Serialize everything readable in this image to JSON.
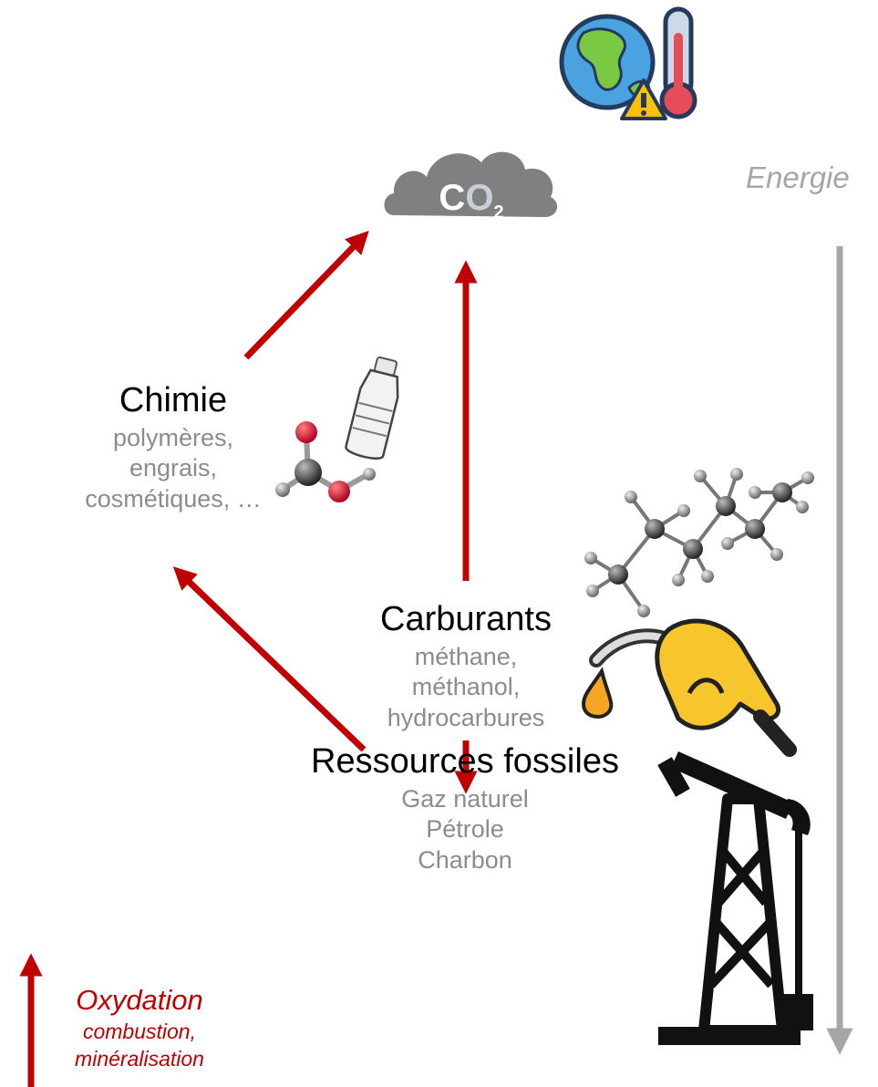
{
  "co2": {
    "c": "C",
    "o": "O",
    "sub": "2"
  },
  "energie": "Energie",
  "chimie": {
    "title": "Chimie",
    "lines": [
      "polymères,",
      "engrais,",
      "cosmétiques, …"
    ]
  },
  "carburants": {
    "title": "Carburants",
    "lines": [
      "méthane,",
      "méthanol,",
      "hydrocarbures"
    ]
  },
  "fossiles": {
    "title": "Ressources fossiles",
    "lines": [
      "Gaz naturel",
      "Pétrole",
      "Charbon"
    ]
  },
  "legend": {
    "title": "Oxydation",
    "lines": [
      "combustion,",
      "minéralisation"
    ]
  },
  "colors": {
    "arrow": "#c00000",
    "energy_arrow": "#a6a6a6",
    "cloud": "#808080",
    "subtext": "#8c8c8c"
  },
  "icons": [
    "globe-warning-icon",
    "thermometer-icon",
    "co2-cloud-icon",
    "water-bottle-icon",
    "molecule-icon",
    "hydrocarbon-chain-icon",
    "fuel-nozzle-icon",
    "oil-pump-icon"
  ]
}
